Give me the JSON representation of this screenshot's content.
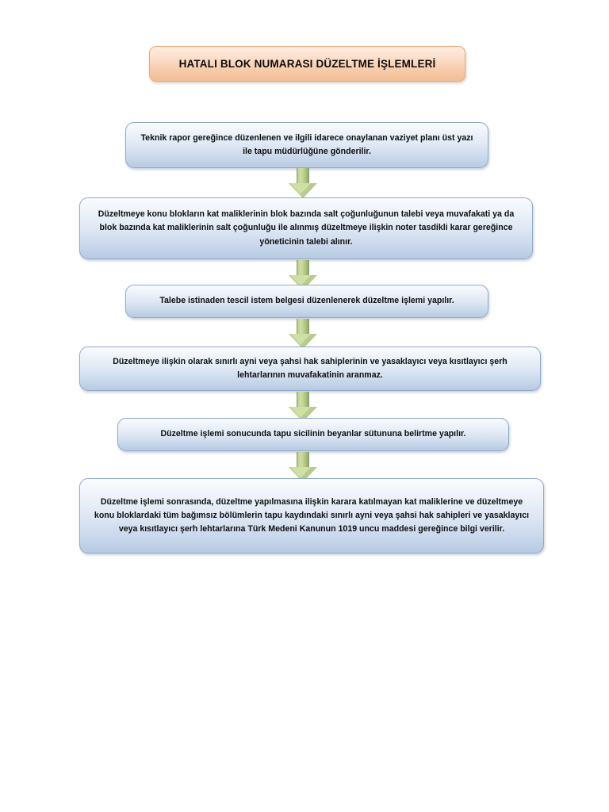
{
  "document": {
    "title": "HATALI BLOK NUMARASI DÜZELTME İŞLEMLERİ",
    "language": "tr",
    "background_color": "#ffffff"
  },
  "theme": {
    "title_fill_top": "#fdece0",
    "title_fill_bottom": "#f3bd96",
    "title_border": "#e8a87a",
    "box_fill_top": "#fafcfe",
    "box_fill_bottom": "#b7cae2",
    "box_border": "#8fa9cc",
    "arrow_fill": "#b7cb8c",
    "arrow_highlight": "#cfdfa6",
    "arrow_border": "#8d9f66",
    "text_color": "#0f0f0f"
  },
  "flowchart": {
    "type": "flowchart",
    "orientation": "vertical-top-to-bottom",
    "step_count": 6,
    "arrow_count": 5,
    "steps": [
      {
        "index": 1,
        "name": "step-vaziyet-plani-gonderilir",
        "text": "Teknik rapor gereğince düzenlenen ve ilgili idarece onaylanan vaziyet planı üst yazı ile tapu müdürlüğüne gönderilir."
      },
      {
        "index": 2,
        "name": "step-talep-alinir",
        "text": "Düzeltmeye konu blokların kat maliklerinin blok bazında salt çoğunluğunun talebi veya muvafakati ya da blok bazında kat maliklerinin salt çoğunluğu ile alınmış düzeltmeye ilişkin noter tasdikli karar gereğince yöneticinin talebi alınır."
      },
      {
        "index": 3,
        "name": "step-tescil-istem-belgesi",
        "text": "Talebe istinaden tescil istem belgesi düzenlenerek düzeltme işlemi yapılır."
      },
      {
        "index": 4,
        "name": "step-muvafakat-aranmaz",
        "text": "Düzeltmeye ilişkin olarak sınırlı ayni veya şahsi hak sahiplerinin ve yasaklayıcı veya kısıtlayıcı şerh lehtarlarının muvafakatinin aranmaz."
      },
      {
        "index": 5,
        "name": "step-beyanlar-sutunu-belirtme",
        "text": "Düzeltme işlemi sonucunda tapu sicilinin beyanlar sütununa belirtme yapılır."
      },
      {
        "index": 6,
        "name": "step-bilgi-verilir",
        "text": "Düzeltme işlemi sonrasında, düzeltme yapılmasına ilişkin karara katılmayan kat maliklerine ve düzeltmeye konu bloklardaki tüm bağımsız bölümlerin tapu kaydındaki sınırlı ayni veya şahsi hak sahipleri ve yasaklayıcı veya kısıtlayıcı şerh lehtarlarına Türk Medeni Kanunun 1019 uncu maddesi gereğince bilgi verilir."
      }
    ],
    "connectors": [
      {
        "index": 1,
        "name": "arrow-step1-to-step2",
        "icon": "arrow-down-icon"
      },
      {
        "index": 2,
        "name": "arrow-step2-to-step3",
        "icon": "arrow-down-icon"
      },
      {
        "index": 3,
        "name": "arrow-step3-to-step4",
        "icon": "arrow-down-icon"
      },
      {
        "index": 4,
        "name": "arrow-step4-to-step5",
        "icon": "arrow-down-icon"
      },
      {
        "index": 5,
        "name": "arrow-step5-to-step6",
        "icon": "arrow-down-icon"
      }
    ]
  }
}
